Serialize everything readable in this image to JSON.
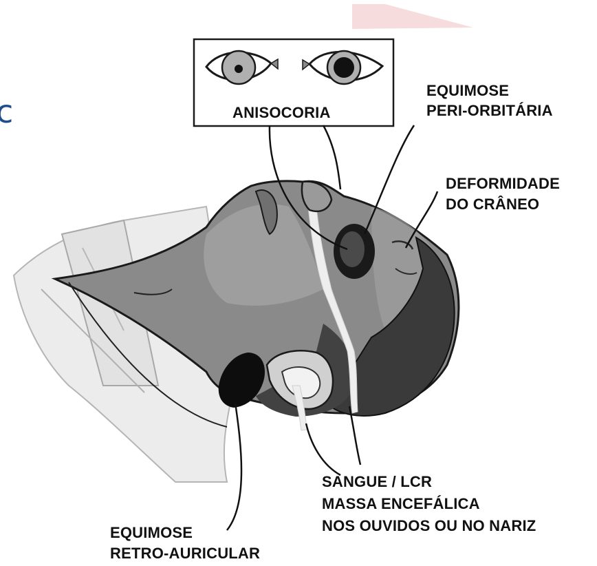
{
  "slide_fragment": "c",
  "labels": {
    "anisocoria": "ANISOCORIA",
    "periorbital": [
      "EQUIMOSE",
      "PERI-ORBITÁRIA"
    ],
    "skull": [
      "DEFORMIDADE",
      "DO CRÂNEO"
    ],
    "fluids": [
      "SANGUE / LCR",
      "MASSA ENCEFÁLICA",
      "NOS OUVIDOS OU NO NARIZ"
    ],
    "retroauricular": [
      "EQUIMOSE",
      "RETRO-AURICULAR"
    ]
  },
  "colors": {
    "accent_text": "#1f4e8c",
    "decor_stripe": "#f6dcdc",
    "label_text": "#111111"
  }
}
